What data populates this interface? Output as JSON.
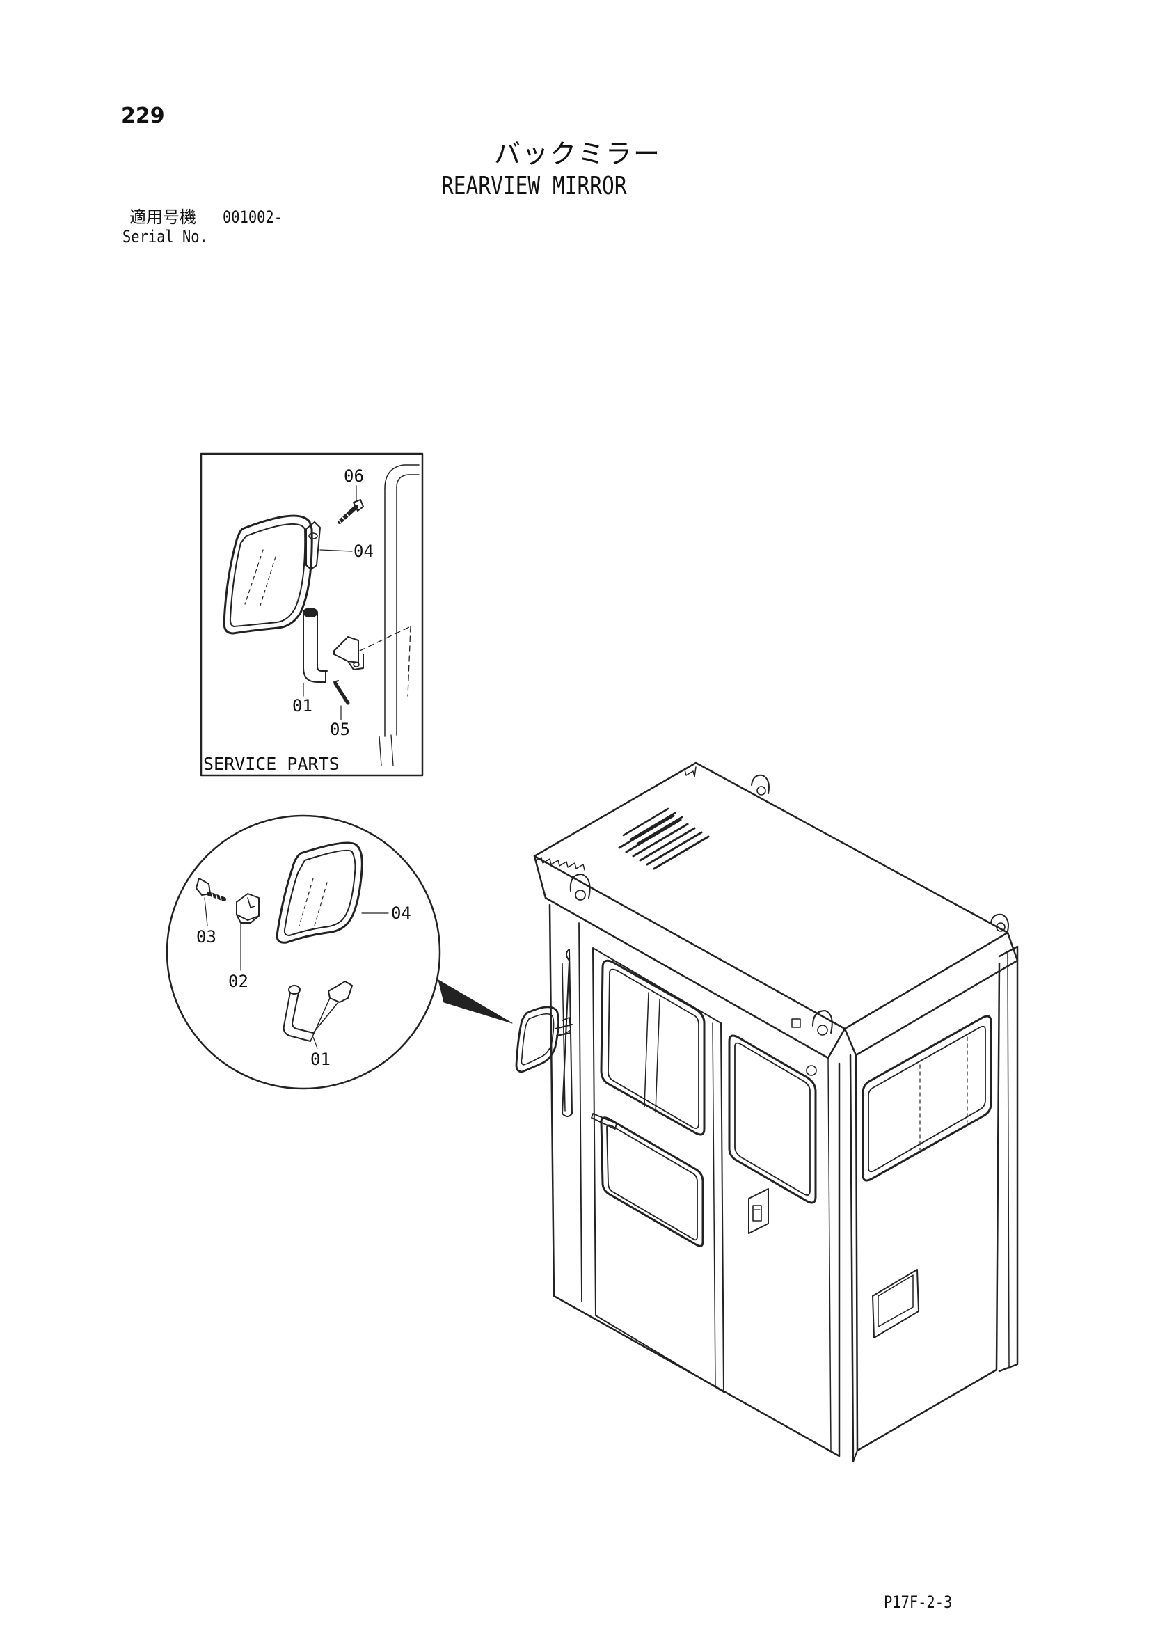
{
  "page": {
    "number": "229",
    "title_ja": "バックミラー",
    "title_en": "REARVIEW MIRROR",
    "serial_label_ja": "適用号機",
    "serial_value": "001002-",
    "serial_label_en": "Serial No.",
    "footer_code": "P17F-2-3"
  },
  "service_box": {
    "label": "SERVICE PARTS",
    "callouts": [
      "06",
      "04",
      "01",
      "05"
    ]
  },
  "detail_circle": {
    "callouts": [
      "03",
      "02",
      "04",
      "01"
    ]
  },
  "icons": [
    "mirror-icon",
    "bolt-icon",
    "bracket-icon",
    "pin-icon",
    "cab-icon"
  ]
}
